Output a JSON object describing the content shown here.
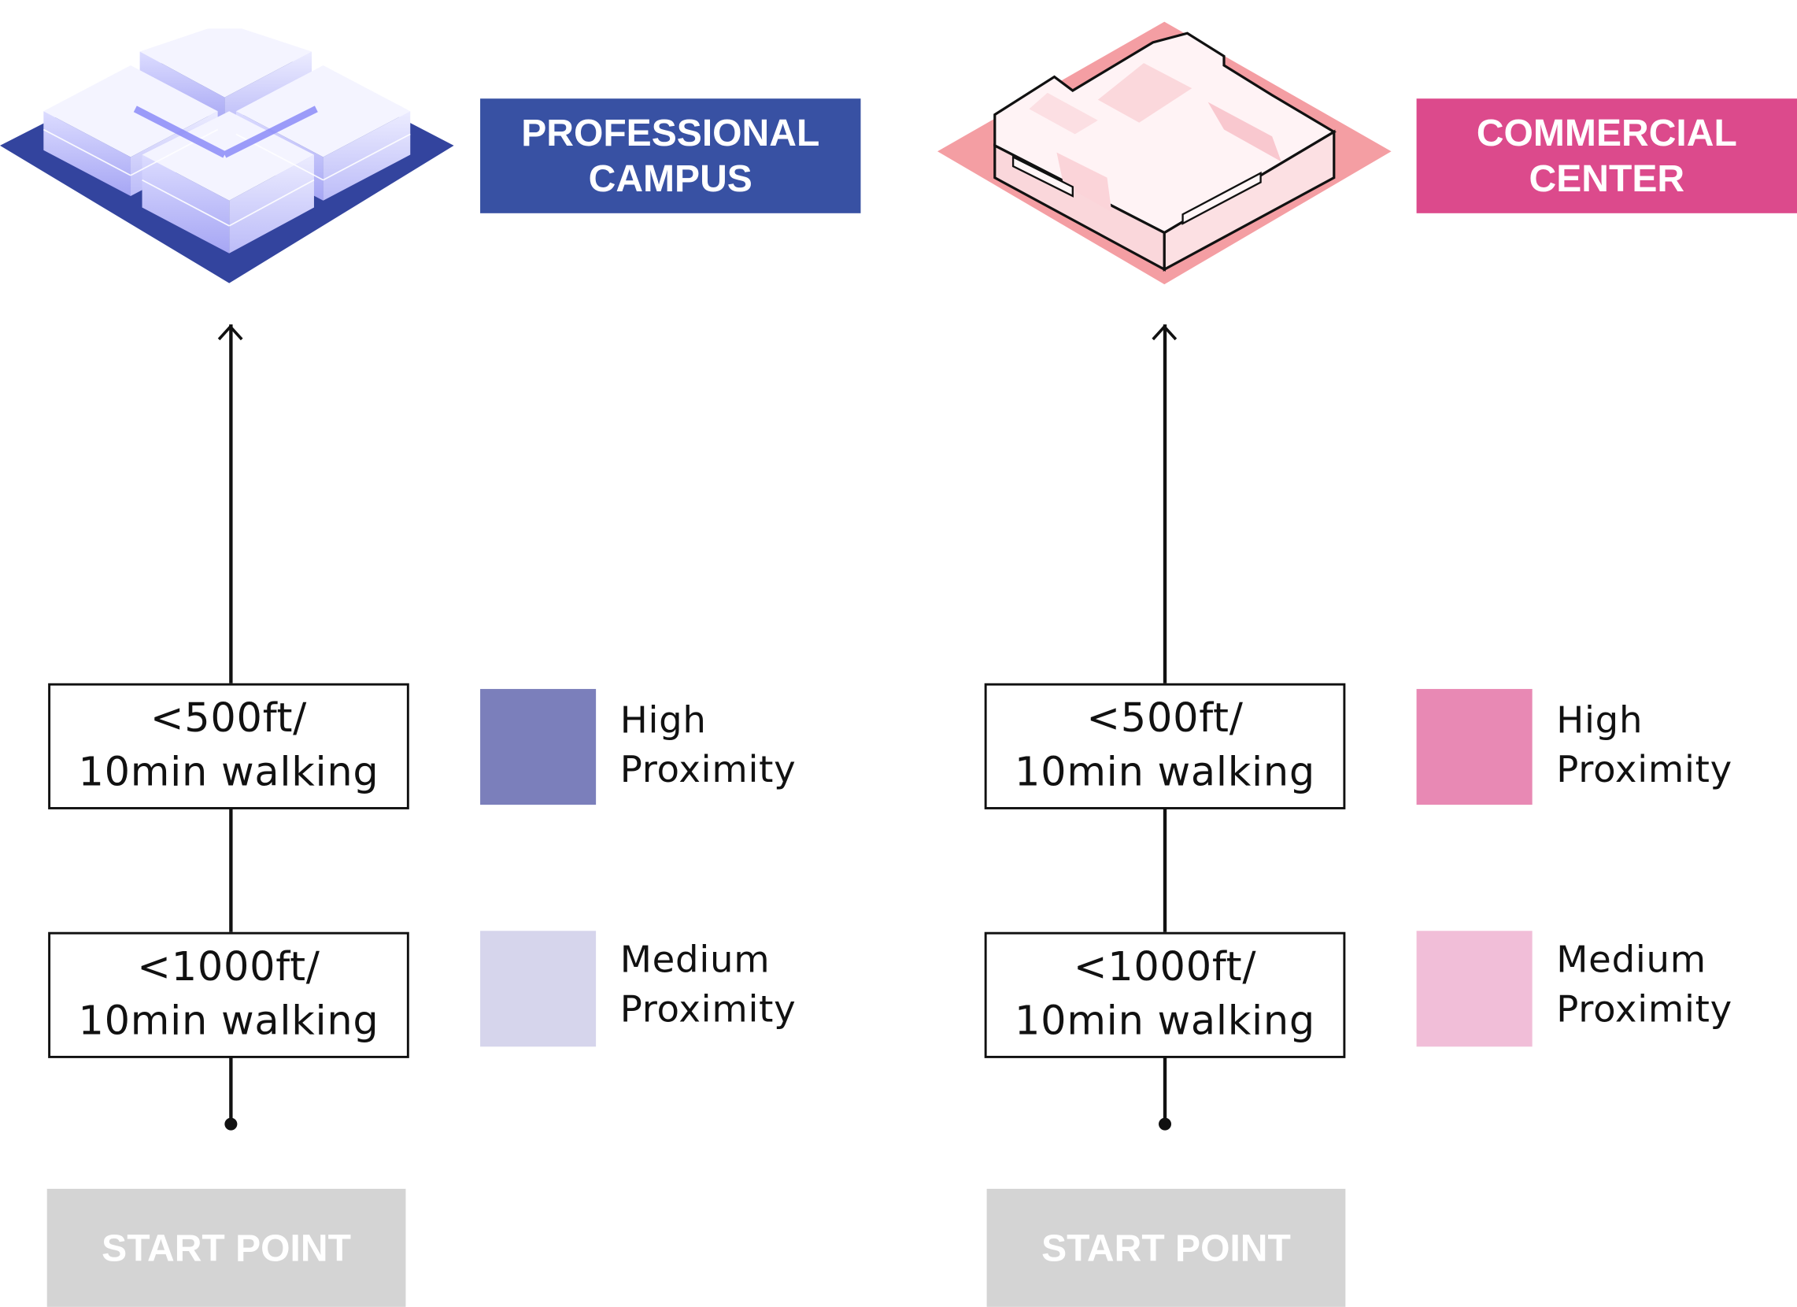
{
  "colors": {
    "campus_title_bg": "#3851a3",
    "campus_high": "#7b7fbb",
    "campus_medium": "#d6d5ec",
    "commercial_title_bg": "#dc4a8c",
    "commercial_high": "#e889b4",
    "commercial_medium": "#f1bed8",
    "start_bg": "#d4d4d4",
    "line": "#111111"
  },
  "campus": {
    "title_line1": "PROFESSIONAL",
    "title_line2": "CAMPUS",
    "illustration_icon": "office-blocks-icon",
    "box_near_line1": "<500ft/",
    "box_near_line2": "10min walking",
    "box_far_line1": "<1000ft/",
    "box_far_line2": "10min walking",
    "legend_high_line1": "High",
    "legend_high_line2": "Proximity",
    "legend_medium_line1": "Medium",
    "legend_medium_line2": "Proximity",
    "start_label": "START POINT"
  },
  "commercial": {
    "title_line1": "COMMERCIAL",
    "title_line2": "CENTER",
    "illustration_icon": "mall-building-icon",
    "box_near_line1": "<500ft/",
    "box_near_line2": "10min walking",
    "box_far_line1": "<1000ft/",
    "box_far_line2": "10min walking",
    "legend_high_line1": "High",
    "legend_high_line2": "Proximity",
    "legend_medium_line1": "Medium",
    "legend_medium_line2": "Proximity",
    "start_label": "START POINT"
  }
}
